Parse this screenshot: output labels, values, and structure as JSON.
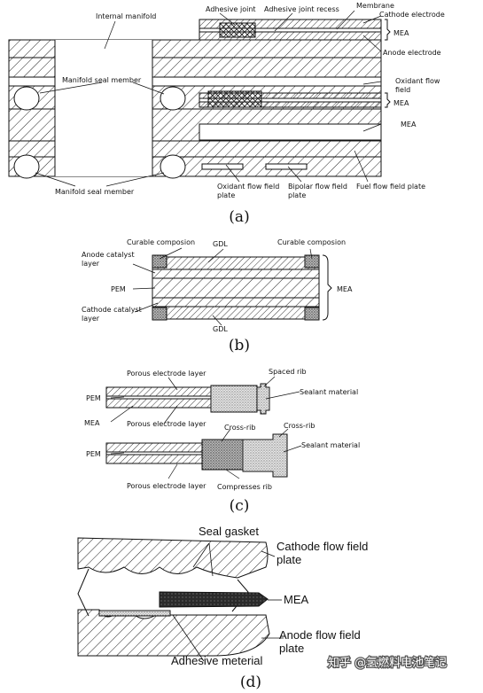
{
  "panel_a": {
    "caption": "(a)",
    "labels": {
      "internal_manifold": "Internal manifold",
      "adhesive_joint": "Adhesive joint",
      "adhesive_joint_recess": "Adhesive joint recess",
      "membrane": "Membrane",
      "cathode_electrode": "Cathode electrode",
      "mea_top": "MEA",
      "anode_electrode": "Anode electrode",
      "manifold_seal_member_top": "Manifold seal member",
      "oxidant_flow_field": "Oxidant flow field",
      "mea_mid": "MEA",
      "mea_low": "MEA",
      "manifold_seal_member_bottom": "Manifold seal member",
      "oxidant_flow_field_plate": "Oxidant flow field plate",
      "bipolar_flow_field_plate": "Bipolar flow field plate",
      "fuel_flow_field_plate": "Fuel flow field plate"
    }
  },
  "panel_b": {
    "caption": "(b)",
    "labels": {
      "curable_composion_left": "Curable composion",
      "gdl_top": "GDL",
      "curable_composion_right": "Curable composion",
      "anode_catalyst_layer": "Anode catalyst layer",
      "pem": "PEM",
      "mea": "MEA",
      "cathode_catalyst_layer": "Cathode catalyst layer",
      "gdl_bottom": "GDL"
    }
  },
  "panel_c": {
    "caption": "(c)",
    "labels": {
      "porous_electrode_layer_1": "Porous electrode layer",
      "spaced_rib": "Spaced rib",
      "pem_1": "PEM",
      "sealant_material_1": "Sealant material",
      "mea": "MEA",
      "porous_electrode_layer_2": "Porous electrode layer",
      "cross_rib_1": "Cross-rib",
      "cross_rib_2": "Cross-rib",
      "pem_2": "PEM",
      "sealant_material_2": "Sealant material",
      "porous_electrode_layer_3": "Porous electrode layer",
      "compresses_rib": "Compresses rib"
    }
  },
  "panel_d": {
    "caption": "(d)",
    "labels": {
      "seal_gasket": "Seal gasket",
      "cathode_flow_field_plate": "Cathode flow field plate",
      "mea": "MEA",
      "anode_flow_field_plate": "Anode flow field plate",
      "adhesive_meterial": "Adhesive meterial"
    }
  },
  "watermark": "知乎 @氢燃料电池笔记"
}
